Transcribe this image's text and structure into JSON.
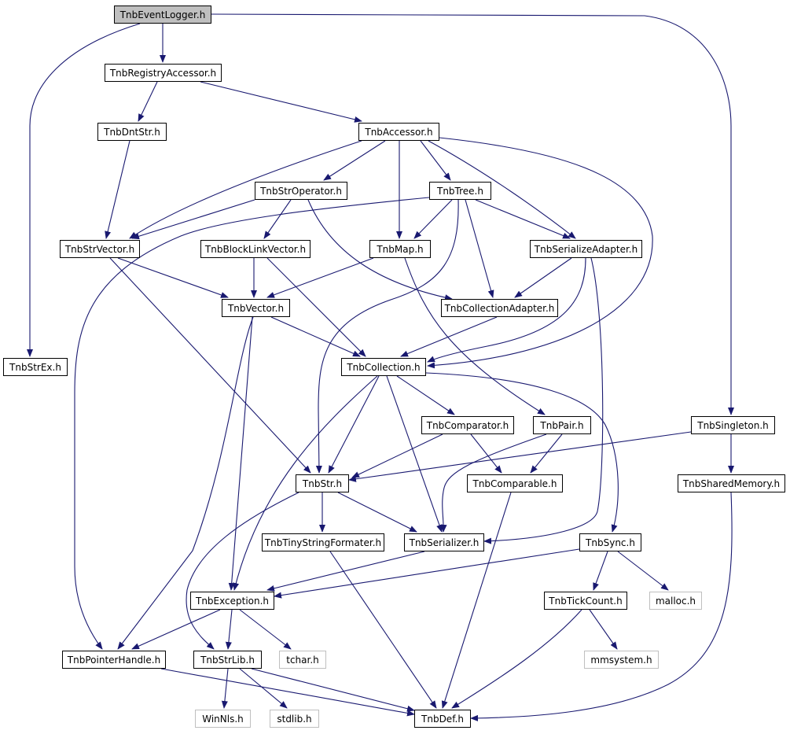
{
  "colors": {
    "edge": "#191970",
    "node_border": "#000000",
    "external_border": "#bfbfbf",
    "root_fill": "#bfbfbf"
  },
  "nodes": {
    "eventlogger": "TnbEventLogger.h",
    "registryaccessor": "TnbRegistryAccessor.h",
    "dntstr": "TnbDntStr.h",
    "accessor": "TnbAccessor.h",
    "stroperator": "TnbStrOperator.h",
    "tree": "TnbTree.h",
    "strvector": "TnbStrVector.h",
    "blocklinkvector": "TnbBlockLinkVector.h",
    "map": "TnbMap.h",
    "serializeadapter": "TnbSerializeAdapter.h",
    "vector": "TnbVector.h",
    "collectionadapter": "TnbCollectionAdapter.h",
    "strex": "TnbStrEx.h",
    "collection": "TnbCollection.h",
    "comparator": "TnbComparator.h",
    "pair": "TnbPair.h",
    "singleton": "TnbSingleton.h",
    "str": "TnbStr.h",
    "comparable": "TnbComparable.h",
    "sharedmemory": "TnbSharedMemory.h",
    "tinystringformater": "TnbTinyStringFormater.h",
    "serializer": "TnbSerializer.h",
    "sync": "TnbSync.h",
    "exception": "TnbException.h",
    "tickcount": "TnbTickCount.h",
    "malloc": "malloc.h",
    "pointerhandle": "TnbPointerHandle.h",
    "strlib": "TnbStrLib.h",
    "tchar": "tchar.h",
    "mmsystem": "mmsystem.h",
    "winnls": "WinNls.h",
    "stdlib": "stdlib.h",
    "def": "TnbDef.h"
  }
}
